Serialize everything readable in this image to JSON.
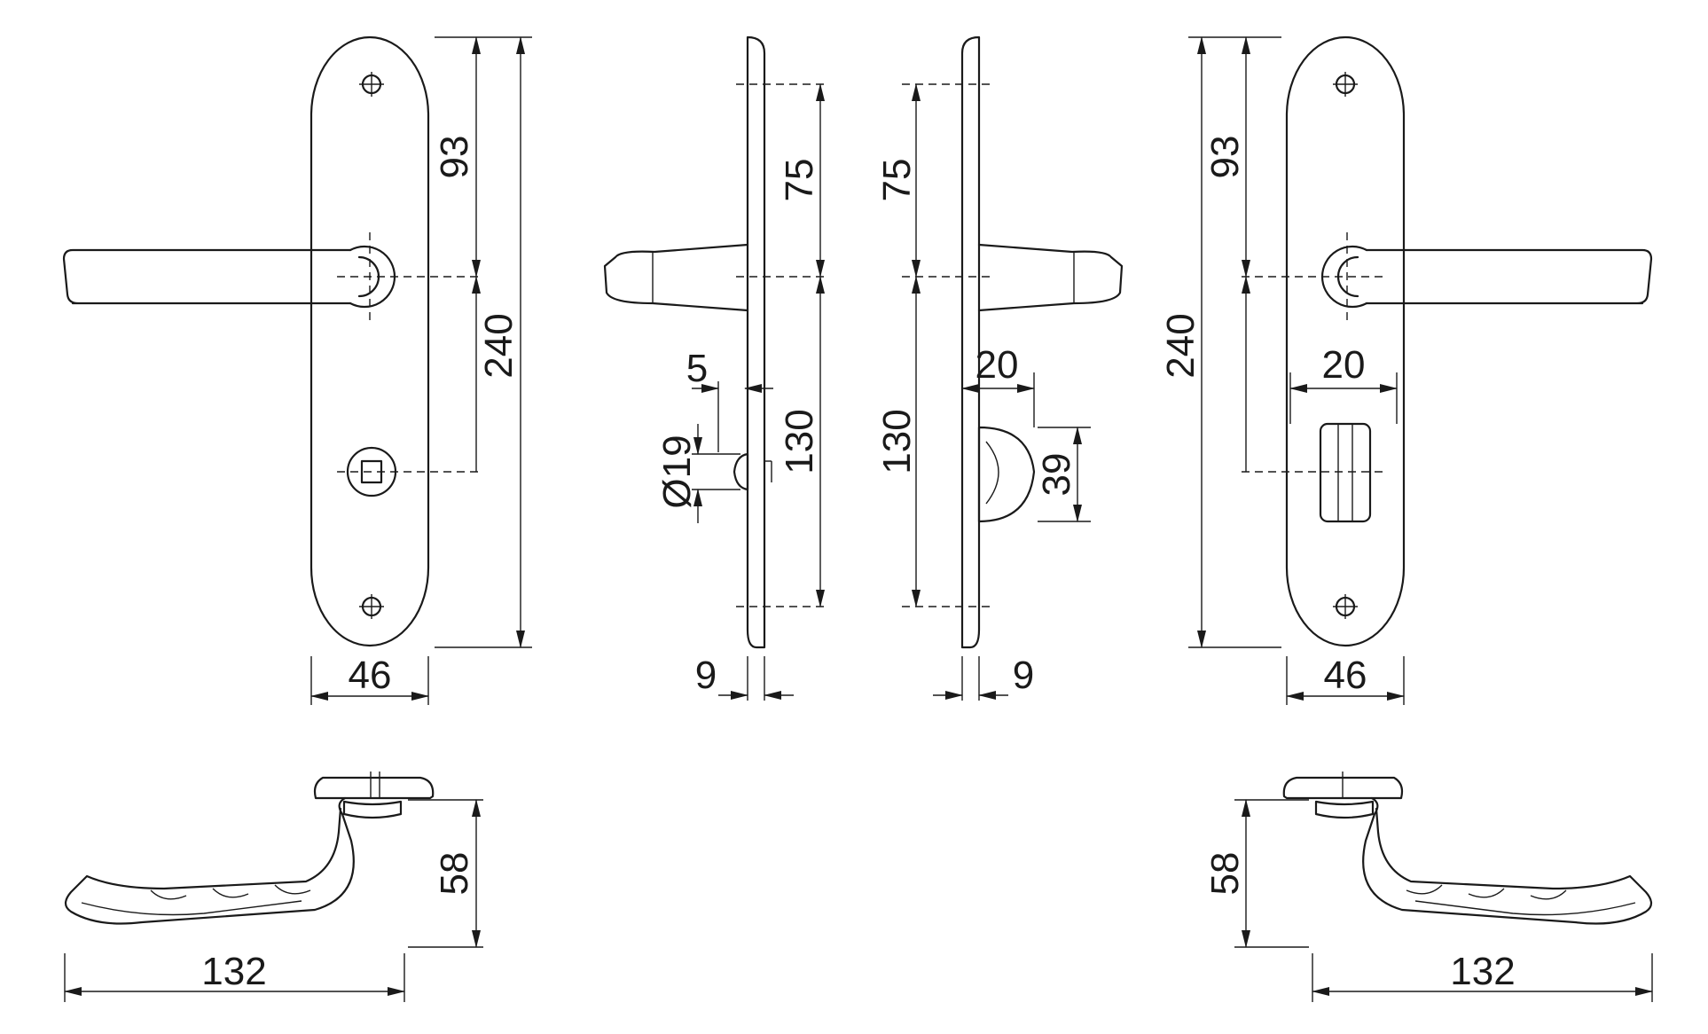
{
  "figure": "Lever handle on backplate with WC turn/release, dimensioned technical drawing",
  "views": {
    "front_left": {
      "dim_from_top_to_lever": "93",
      "dim_overall_height": "240",
      "dim_plate_width": "46"
    },
    "side_left": {
      "dim_top_to_lever": "75",
      "dim_lever_to_bottom_hole": "130",
      "dim_release_offset": "5",
      "dim_release_diameter": "Ø19",
      "dim_plate_thickness": "9"
    },
    "side_right": {
      "dim_top_to_lever": "75",
      "dim_lever_to_bottom_hole": "130",
      "dim_turn_projection": "20",
      "dim_turn_height": "39",
      "dim_plate_thickness": "9"
    },
    "front_right": {
      "dim_from_top_to_lever": "93",
      "dim_overall_height": "240",
      "dim_turn_width": "20",
      "dim_plate_width": "46"
    },
    "lever_left": {
      "dim_height": "58",
      "dim_length": "132"
    },
    "lever_right": {
      "dim_height": "58",
      "dim_length": "132"
    }
  }
}
